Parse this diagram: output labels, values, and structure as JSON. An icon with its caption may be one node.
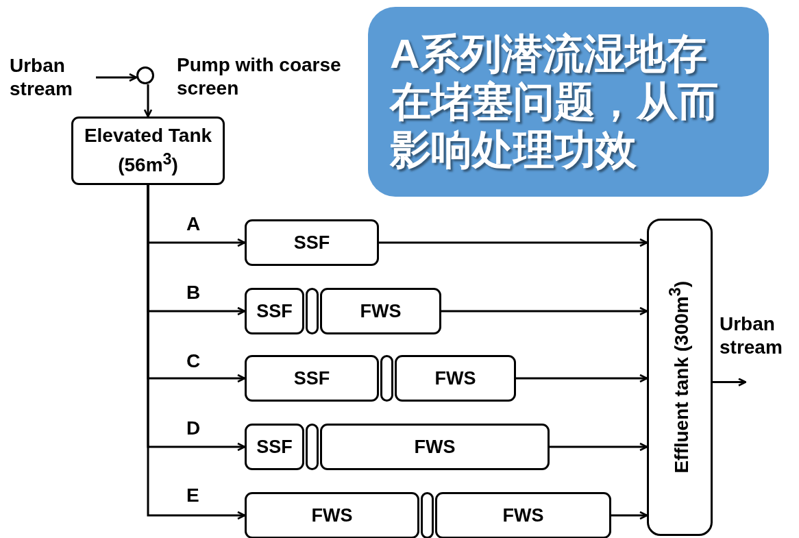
{
  "diagram": {
    "nodes": [
      {
        "text": [
          "Urban stream"
        ]
      },
      {
        "text": [],
        "shape": "circle",
        "beside": [
          "Pump with coarse screen"
        ]
      },
      {
        "text": [
          "Elevated Tank (56m$^{3}$)"
        ]
      },
      {
        "text": [
          "SSF"
        ]
      },
      {
        "text": [
          "SSF"
        ]
      },
      {
        "text": [],
        "shape": "box"
      },
      {
        "text": [
          "FWS"
        ]
      },
      {
        "text": [
          "SSF"
        ]
      },
      {
        "text": [],
        "shape": "box"
      },
      {
        "text": [
          "FWS"
        ]
      },
      {
        "text": [
          "SSF"
        ]
      },
      {
        "text": [],
        "shape": "box"
      },
      {
        "text": [
          "FWS"
        ]
      },
      {
        "text": [
          "FWS"
        ]
      },
      {
        "text": [],
        "shape": "box"
      },
      {
        "text": [
          "FWS"
        ]
      },
      {
        "text": [
          "Effluent tank (300m$^{3}$)"
        ]
      },
      {
        "text": [
          "A系列潜流湿地存在堵塞问题，从而影响处理功效"
        ]
      }
    ],
    "edges": [
      {
        "from": 0,
        "to": 1,
        "arrow": "to"
      },
      {
        "from": 1,
        "to": 2,
        "arrow": "to"
      },
      {
        "from": 2,
        "to": 3,
        "arrow": "to"
      },
      {
        "from": 2,
        "to": 4,
        "arrow": "to"
      },
      {
        "from": 2,
        "to": 7,
        "arrow": "to"
      },
      {
        "from": 2,
        "to": 10,
        "arrow": "to"
      },
      {
        "from": 2,
        "to": 13,
        "arrow": "to"
      },
      {
        "from": 3,
        "to": 16,
        "arrow": "to"
      },
      {
        "from": 6,
        "to": 16,
        "arrow": "to"
      },
      {
        "from": 9,
        "to": 16,
        "arrow": "to"
      },
      {
        "from": 12,
        "to": 16,
        "arrow": "to"
      },
      {
        "from": 15,
        "to": 16,
        "arrow": "to"
      },
      {
        "from": 16,
        "to": null,
        "arrow": "to"
      }
    ],
    "labels": [
      "A",
      "B",
      "C",
      "D",
      "E",
      "Urban stream"
    ]
  }
}
